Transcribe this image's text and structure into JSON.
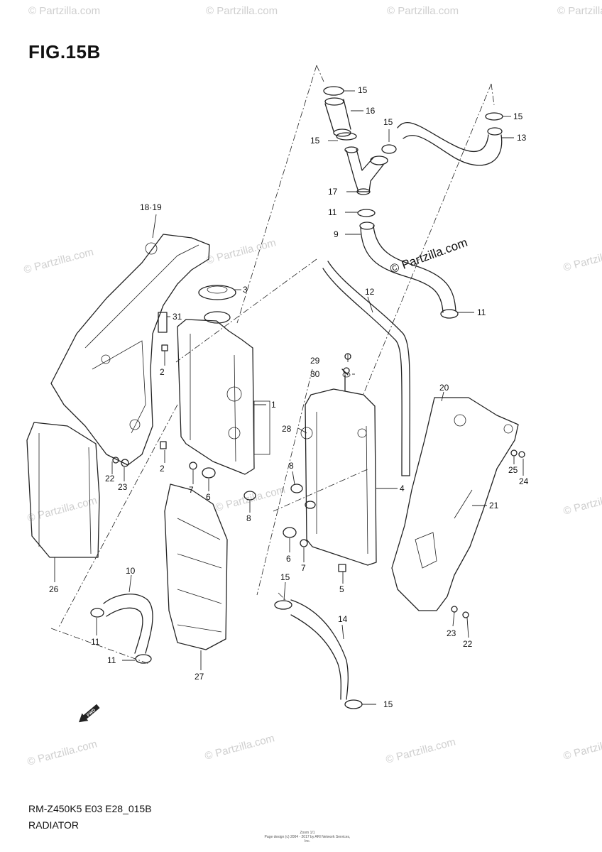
{
  "figure": {
    "title": "FIG.15B",
    "model_code": "RM-Z450K5 E03 E28_015B",
    "caption": "RADIATOR",
    "footer_line1": "Zoom 1/1",
    "footer_line2": "Page design (c) 2004 - 2017 by ARI Network Services, Inc."
  },
  "watermark": {
    "text": "© Partzilla.com",
    "center_text": "© Partzilla.com"
  },
  "callouts": [
    {
      "id": "c15a",
      "text": "15"
    },
    {
      "id": "c16",
      "text": "16"
    },
    {
      "id": "c15b",
      "text": "15"
    },
    {
      "id": "c15c",
      "text": "15"
    },
    {
      "id": "c15d",
      "text": "15"
    },
    {
      "id": "c13",
      "text": "13"
    },
    {
      "id": "c17",
      "text": "17"
    },
    {
      "id": "c11a",
      "text": "11"
    },
    {
      "id": "c9",
      "text": "9"
    },
    {
      "id": "c11b",
      "text": "11"
    },
    {
      "id": "c12",
      "text": "12"
    },
    {
      "id": "c18",
      "text": "18·19"
    },
    {
      "id": "c3",
      "text": "3"
    },
    {
      "id": "c31",
      "text": "31"
    },
    {
      "id": "c2a",
      "text": "2"
    },
    {
      "id": "c1",
      "text": "1"
    },
    {
      "id": "c29",
      "text": "29"
    },
    {
      "id": "c30",
      "text": "30"
    },
    {
      "id": "c20",
      "text": "20"
    },
    {
      "id": "c28",
      "text": "28"
    },
    {
      "id": "c2b",
      "text": "2"
    },
    {
      "id": "c22a",
      "text": "22"
    },
    {
      "id": "c23a",
      "text": "23"
    },
    {
      "id": "c7a",
      "text": "7"
    },
    {
      "id": "c6a",
      "text": "6"
    },
    {
      "id": "c8a",
      "text": "8"
    },
    {
      "id": "c8b",
      "text": "8"
    },
    {
      "id": "c4",
      "text": "4"
    },
    {
      "id": "c25",
      "text": "25"
    },
    {
      "id": "c24",
      "text": "24"
    },
    {
      "id": "c21",
      "text": "21"
    },
    {
      "id": "c26",
      "text": "26"
    },
    {
      "id": "c6b",
      "text": "6"
    },
    {
      "id": "c7b",
      "text": "7"
    },
    {
      "id": "c5",
      "text": "5"
    },
    {
      "id": "c10",
      "text": "10"
    },
    {
      "id": "c15e",
      "text": "15"
    },
    {
      "id": "c14",
      "text": "14"
    },
    {
      "id": "c11c",
      "text": "11"
    },
    {
      "id": "c11d",
      "text": "11"
    },
    {
      "id": "c27",
      "text": "27"
    },
    {
      "id": "c23b",
      "text": "23"
    },
    {
      "id": "c22b",
      "text": "22"
    },
    {
      "id": "c15f",
      "text": "15"
    }
  ],
  "fwd_label": "FWD"
}
